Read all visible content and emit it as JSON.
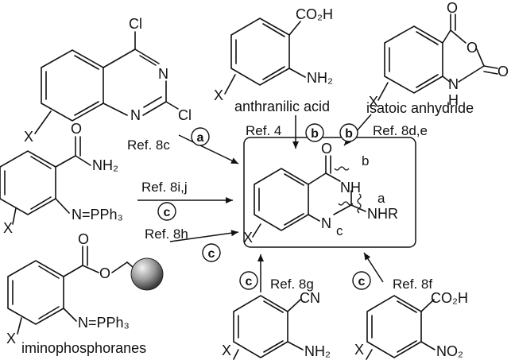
{
  "arrow_labels": {
    "dichloroquinazoline": "Ref. 8c",
    "anthranilic_acid": "Ref. 4",
    "isatoic_anhydride": "Ref. 8d,e",
    "aminobenzamide": "Ref. 8i,j",
    "resin_ester": "Ref. 8h",
    "aminobenzonitrile": "Ref. 8g",
    "nitrobenzoic_acid": "Ref. 8f"
  },
  "route_tags": {
    "a": "a",
    "b": "b",
    "c": "c"
  },
  "compound_names": {
    "anthranilic_acid": "anthranilic acid",
    "isatoic_anhydride": "isatoic anhydride",
    "iminophosphoranes": "iminophosphoranes"
  },
  "atoms": {
    "X": "X",
    "Cl": "Cl",
    "N": "N",
    "O": "O",
    "H": "H",
    "NH": "NH",
    "CO2H": "CO₂H",
    "NH2": "NH₂",
    "CONH2": "NH₂",
    "NPPh3": "N=PPh₃",
    "NHR": "NHR",
    "CN": "CN",
    "NO2": "NO₂"
  },
  "bond_labels": {
    "a": "a",
    "b": "b",
    "c": "c"
  },
  "colors": {
    "ink": "#111111",
    "bead_light": "#f2f2f2",
    "bead_dark": "#3a3a3a"
  }
}
